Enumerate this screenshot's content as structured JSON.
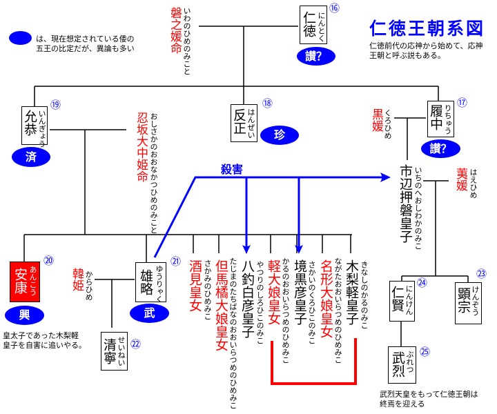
{
  "title": "仁徳王朝系図",
  "description": [
    "仁徳前代の応神から始めて、応神",
    "王朝と呼ぶ説もある。"
  ],
  "legend": [
    "は、現在想定されている倭の",
    "五王の比定だが、異論も多い"
  ],
  "kill_label": "殺害",
  "colors": {
    "accent": "#0000ff",
    "female": "#ff0000"
  },
  "persons": {
    "iwanohime": {
      "name": "磐之媛命",
      "reading": "いわのひめのみこと"
    },
    "nintoku": {
      "name": "仁徳",
      "reading": "にんとく",
      "number": "⑯",
      "king": "讃？"
    },
    "ingyo": {
      "name": "允恭",
      "reading": "いんぎょう",
      "number": "⑲",
      "king": "済"
    },
    "osaka": {
      "name": "忍坂大中姫命",
      "reading": "おしさかのおおなかつひめのみこと"
    },
    "hanzei": {
      "name": "反正",
      "reading": "はんぜい",
      "number": "⑱",
      "king": "珍"
    },
    "richu": {
      "name": "履中",
      "reading": "りちゅう",
      "number": "⑰",
      "king": "讃？"
    },
    "kurohime": {
      "name": "黒媛",
      "reading": "くろひめ"
    },
    "ichinobe": {
      "name": "市辺押磐皇子",
      "reading": "いちのへおしわかのみこ"
    },
    "haehime": {
      "name": "荑媛",
      "reading": "はえひめ"
    },
    "anko": {
      "name": "安康",
      "reading": "あんこう",
      "number": "⑳",
      "king": "興"
    },
    "karahime": {
      "name": "韓姫",
      "reading": "からひめ"
    },
    "yuryaku": {
      "name": "雄略",
      "reading": "ゆうりゃく",
      "number": "㉑",
      "king": "武"
    },
    "seinei": {
      "name": "清寧",
      "reading": "せいねい",
      "number": "㉒"
    },
    "sakami": {
      "name": "酒見皇女",
      "reading": "さかみのひめみこ"
    },
    "tajima": {
      "name": "但馬橘大娘皇女",
      "reading": "たじまのたちばなのおおいらつめのひめみこ"
    },
    "yatsuri": {
      "name": "八釣白彦皇子",
      "reading": "やつりのしろひこのみこ"
    },
    "karu_ooiratsume": {
      "name": "軽大娘皇女",
      "reading": "かるのおおいらつめのひめみこ"
    },
    "sakai": {
      "name": "境黒彦皇子",
      "reading": "さかいのくろひこのみこ"
    },
    "nagata": {
      "name": "名形大娘皇女",
      "reading": "ながたおおいらつめのひめみこ"
    },
    "kinashi": {
      "name": "木梨軽皇子",
      "reading": "きなしのかるのみこ"
    },
    "ninken": {
      "name": "仁賢",
      "reading": "にんけん",
      "number": "㉔"
    },
    "kenzo": {
      "name": "顕宗",
      "reading": "けんぞう",
      "number": "㉓"
    },
    "buretsu": {
      "name": "武烈",
      "reading": "ぶれつ",
      "number": "㉕"
    }
  },
  "notes": {
    "anko": [
      "皇太子であった木梨軽",
      "皇子を自害に追いやる。"
    ],
    "buretsu": [
      "武烈天皇をもって仁徳王朝は",
      "終焉を迎える"
    ]
  }
}
